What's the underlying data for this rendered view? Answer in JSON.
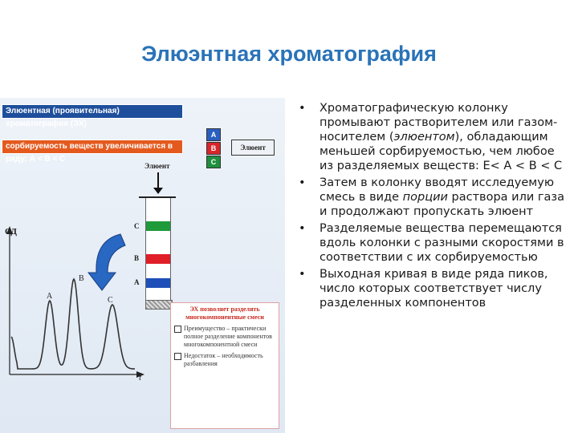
{
  "title": "Элюэнтная хроматография",
  "figure": {
    "banner_top": "Элюентная (проявительная) хроматография (ЭХ)",
    "banner_sorb": "сорбируемость веществ увеличивается в ряду: А < В < С",
    "legend": [
      {
        "label": "А",
        "color": "#2a5fc0"
      },
      {
        "label": "В",
        "color": "#d8262a"
      },
      {
        "label": "С",
        "color": "#1f8f3e"
      }
    ],
    "eluent_box": "Элюент",
    "eluent_label": "Элюент",
    "bands": [
      {
        "label": "С",
        "color": "#1f9a3a"
      },
      {
        "label": "В",
        "color": "#e01e28"
      },
      {
        "label": "А",
        "color": "#1e4fb8"
      }
    ],
    "axis_y": "СД",
    "axis_x": "t",
    "peaks": [
      "А",
      "В",
      "С"
    ],
    "advantages": {
      "heading": "ЭХ позволяет разделять многокомпонентные смеси",
      "items": [
        "Преимущество – практически полное разделение компонентов многокомпонентной смеси",
        "Недостаток – необходимость разбавления"
      ]
    }
  },
  "bullets": [
    {
      "parts": [
        {
          "text": "Хроматографическую колонку промывают растворителем или газом-носителем ("
        },
        {
          "text": "элюентом",
          "italic": true
        },
        {
          "text": "), обладающим меньшей сорбируемостью, чем любое из разделяемых веществ: Е< А < В < С"
        }
      ]
    },
    {
      "parts": [
        {
          "text": "Затем в колонку вводят исследуемую смесь в виде "
        },
        {
          "text": "порции",
          "italic": true
        },
        {
          "text": " раствора или газа и продолжают пропускать элюент"
        }
      ]
    },
    {
      "parts": [
        {
          "text": "Разделяемые вещества перемещаются вдоль колонки с разными скоростями в соответствии с их сорбируемостью"
        }
      ]
    },
    {
      "parts": [
        {
          "text": "Выходная  кривая в виде ряда пиков, число которых соответствует числу разделенных компонентов"
        }
      ]
    }
  ]
}
